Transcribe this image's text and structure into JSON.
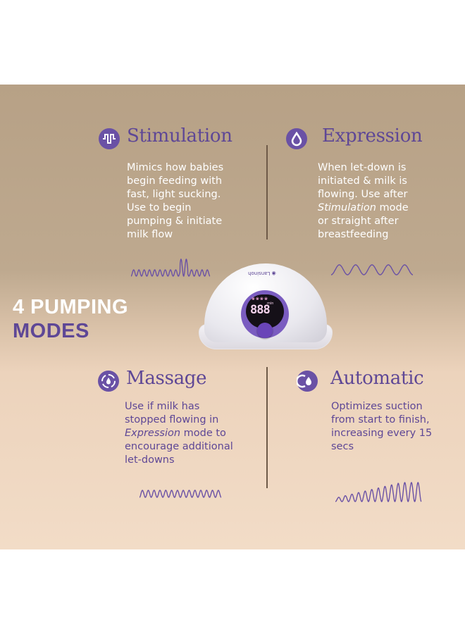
{
  "headline": {
    "line1": "4 PUMPING",
    "line2": "MODES"
  },
  "colors": {
    "purple": "#6a51a5",
    "white_text": "#ffffff",
    "background_top": "#b7a186",
    "background_bottom": "#f2dcc7"
  },
  "modes": [
    {
      "title": "Stimulation",
      "icon": "wave-icon",
      "lines": [
        "Mimics how babies",
        "begin feeding with",
        "fast, light sucking.",
        "Use to begin",
        "pumping & initiate",
        "milk flow"
      ]
    },
    {
      "title": "Expression",
      "icon": "droplet-icon",
      "lines": [
        "When let-down is",
        "initiated & milk is",
        "flowing. Use after"
      ],
      "italic": "Stimulation",
      "after_italic": " mode",
      "tail": [
        "or straight after",
        "breastfeeding"
      ]
    },
    {
      "title": "Massage",
      "icon": "droplet-ring-icon",
      "lines": [
        "Use if milk has",
        "stopped flowing in"
      ],
      "italic": "Expression",
      "after_italic": " mode to",
      "tail": [
        "encourage additional",
        "let-downs"
      ]
    },
    {
      "title": "Automatic",
      "icon": "droplet-cycle-icon",
      "lines": [
        "Optimizes suction",
        "from start to finish,",
        "increasing every 15",
        "secs"
      ]
    }
  ],
  "device": {
    "brand_logo": "Lansinoh",
    "display_digits": "888",
    "display_unit": "min"
  }
}
